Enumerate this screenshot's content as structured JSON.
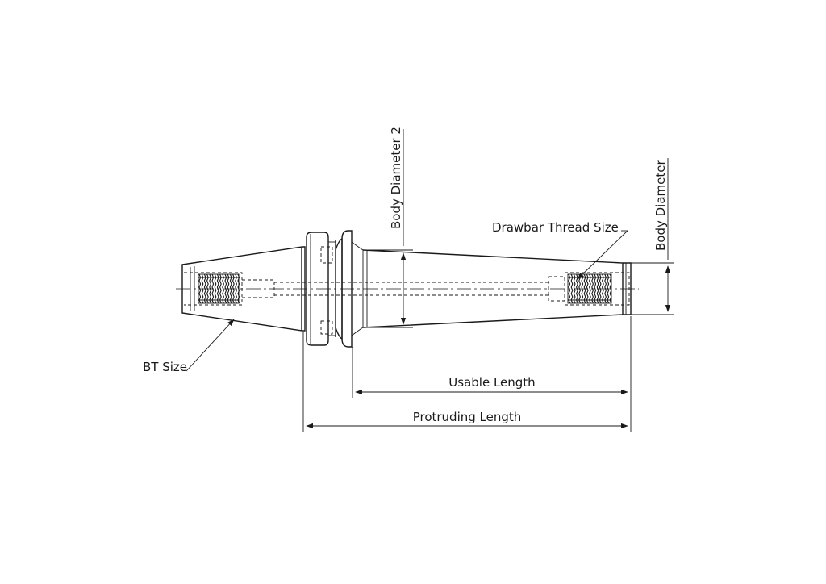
{
  "labels": {
    "body_diameter_2": "Body Diameter 2",
    "body_diameter": "Body Diameter",
    "drawbar_thread_size": "Drawbar Thread Size",
    "bt_size": "BT Size",
    "usable_length": "Usable Length",
    "protruding_length": "Protruding Length"
  }
}
